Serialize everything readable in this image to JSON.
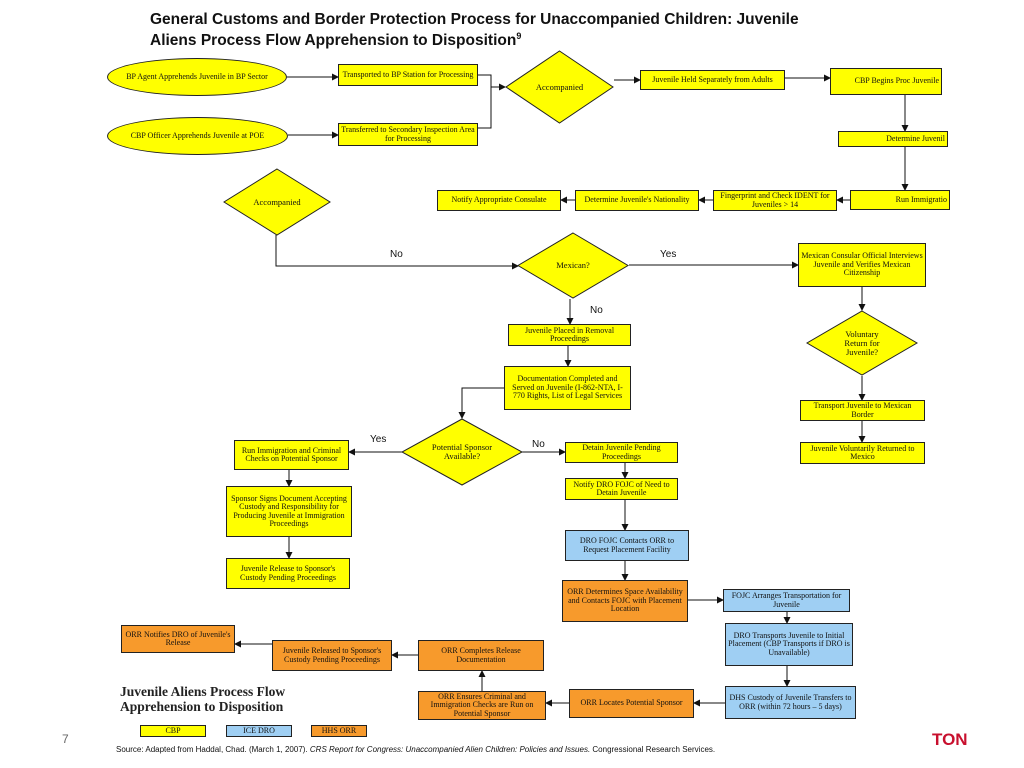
{
  "title": {
    "line1": "General Customs and Border Protection Process for Unaccompanied Children: Juvenile",
    "line2": "Aliens Process Flow Apprehension to Disposition",
    "footnote": "9"
  },
  "nodes": {
    "bp_agent": "BP Agent Apprehends Juvenile in BP Sector",
    "cbp_officer": "CBP Officer Apprehends Juvenile at POE",
    "transported_bp": "Transported to BP Station for Processing",
    "transferred_secondary": "Transferred to Secondary Inspection Area for Processing",
    "accompanied_top": "Accompanied",
    "held_separately": "Juvenile Held Separately from Adults",
    "cbp_begins": "CBP Begins Proc Juvenile",
    "determine_juvenile": "Determine Juvenil",
    "run_immigration": "Run Immigratio",
    "fingerprint": "Fingerprint and Check IDENT for Juveniles > 14",
    "determine_nationality": "Determine Juvenile's Nationality",
    "notify_consulate": "Notify Appropriate Consulate",
    "accompanied_left": "Accompanied",
    "mexican": "Mexican?",
    "consular_official": "Mexican Consular Official Interviews Juvenile and Verifies Mexican Citizenship",
    "voluntary_return": "Voluntary Return for Juvenile?",
    "transport_border": "Transport Juvenile to Mexican Border",
    "returned_mexico": "Juvenile Voluntarily Returned to Mexico",
    "removal": "Juvenile Placed in Removal Proceedings",
    "documentation": "Documentation Completed and Served on Juvenile (I-862-NTA, I-770 Rights, List of Legal Services",
    "potential_sponsor": "Potential Sponsor Available?",
    "run_checks": "Run Immigration and Criminal Checks on Potential Sponsor",
    "sponsor_signs": "Sponsor Signs Document Accepting Custody and Responsibility for Producing Juvenile at Immigration Proceedings",
    "release_pending": "Juvenile Release to Sponsor's Custody Pending Proceedings",
    "detain": "Detain Juvenile Pending Proceedings",
    "notify_dro": "Notify DRO FOJC of Need to Detain Juvenile",
    "dro_contacts": "DRO FOJC Contacts ORR to Request Placement Facility",
    "orr_determines": "ORR Determines Space Availability and Contacts FOJC with Placement Location",
    "fojc_arranges": "FOJC Arranges Transportation for Juvenile",
    "dro_transports": "DRO Transports Juvenile to Initial Placement (CBP Transports if DRO is Unavailable)",
    "dhs_custody": "DHS Custody of Juvenile Transfers to ORR (within 72 hours – 5 days)",
    "orr_locates": "ORR Locates Potential Sponsor",
    "orr_ensures": "ORR Ensures Criminal and Immigration Checks are Run on Potential Sponsor",
    "orr_completes": "ORR Completes Release Documentation",
    "released_sponsor": "Juvenile Released to Sponsor's Custody Pending Proceedings",
    "orr_notifies": "ORR Notifies DRO of Juvenile's Release"
  },
  "edge_labels": {
    "no_left": "No",
    "yes_mexican": "Yes",
    "no_mexican": "No",
    "yes_sponsor": "Yes",
    "no_sponsor": "No"
  },
  "caption": {
    "line1": "Juvenile Aliens Process Flow",
    "line2": "Apprehension to Disposition"
  },
  "legend": {
    "cbp": "CBP",
    "ice": "ICE DRO",
    "hhs": "HHS ORR"
  },
  "source": {
    "prefix": "Source: Adapted from Haddal, Chad. (March 1, 2007). ",
    "italic": "CRS Report for Congress: Unaccompanied Alien Children: Policies and Issues.",
    "suffix": " Congressional Research Services."
  },
  "page_number": "7",
  "brand_fragment": "TON",
  "colors": {
    "cbp": "#ffff00",
    "ice_dro": "#9fcff3",
    "hhs_orr": "#f79a2c",
    "brand": "#c8102e"
  }
}
